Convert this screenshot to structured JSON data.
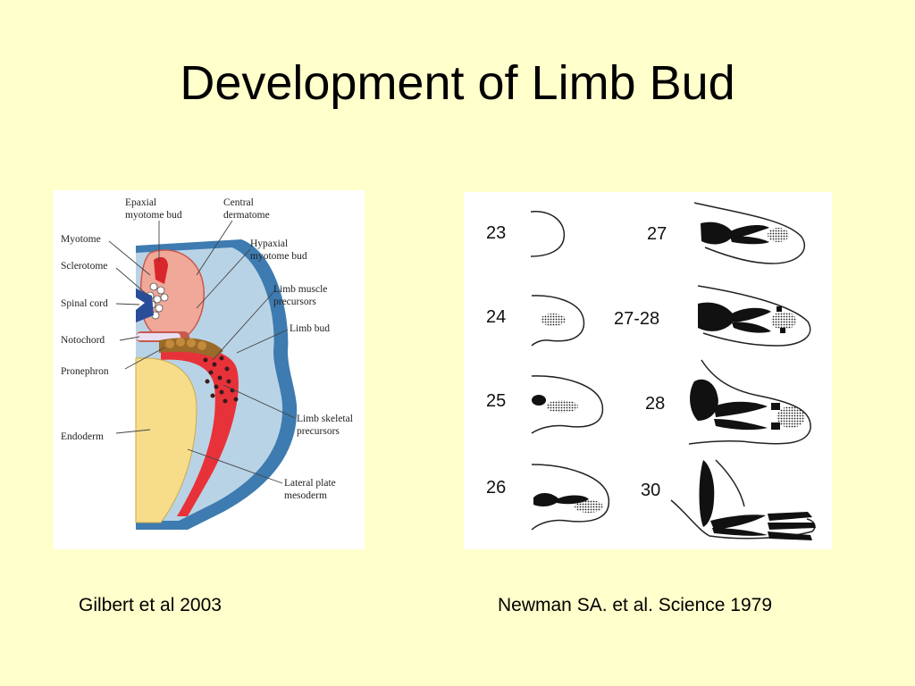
{
  "slide": {
    "title": "Development of Limb Bud",
    "caption_left": "Gilbert et al 2003",
    "caption_right": "Newman SA. et al.  Science 1979"
  },
  "cross_section": {
    "labels": {
      "epaxial_1": "Epaxial",
      "epaxial_2": "myotome bud",
      "central_1": "Central",
      "central_2": "dermatome",
      "myotome": "Myotome",
      "hypaxial_1": "Hypaxial",
      "hypaxial_2": "myotome bud",
      "sclerotome": "Sclerotome",
      "limb_muscle_1": "Limb muscle",
      "limb_muscle_2": "precursors",
      "spinal_cord": "Spinal cord",
      "limb_bud": "Limb bud",
      "notochord": "Notochord",
      "pronephron": "Pronephron",
      "limb_skeletal_1": "Limb skeletal",
      "limb_skeletal_2": "precursors",
      "endoderm": "Endoderm",
      "lateral_plate_1": "Lateral plate",
      "lateral_plate_2": "mesoderm"
    },
    "colors": {
      "ectoderm": "#3d7bb0",
      "mesenchyme": "#b9d3e6",
      "lateral_plate": "#e8323a",
      "endoderm": "#f7dd8a",
      "somite": "#f0a898",
      "spinal_cord": "#2a4d9a"
    }
  },
  "stages": {
    "s23": "23",
    "s24": "24",
    "s25": "25",
    "s26": "26",
    "s27": "27",
    "s27_28": "27-28",
    "s28": "28",
    "s30": "30"
  }
}
